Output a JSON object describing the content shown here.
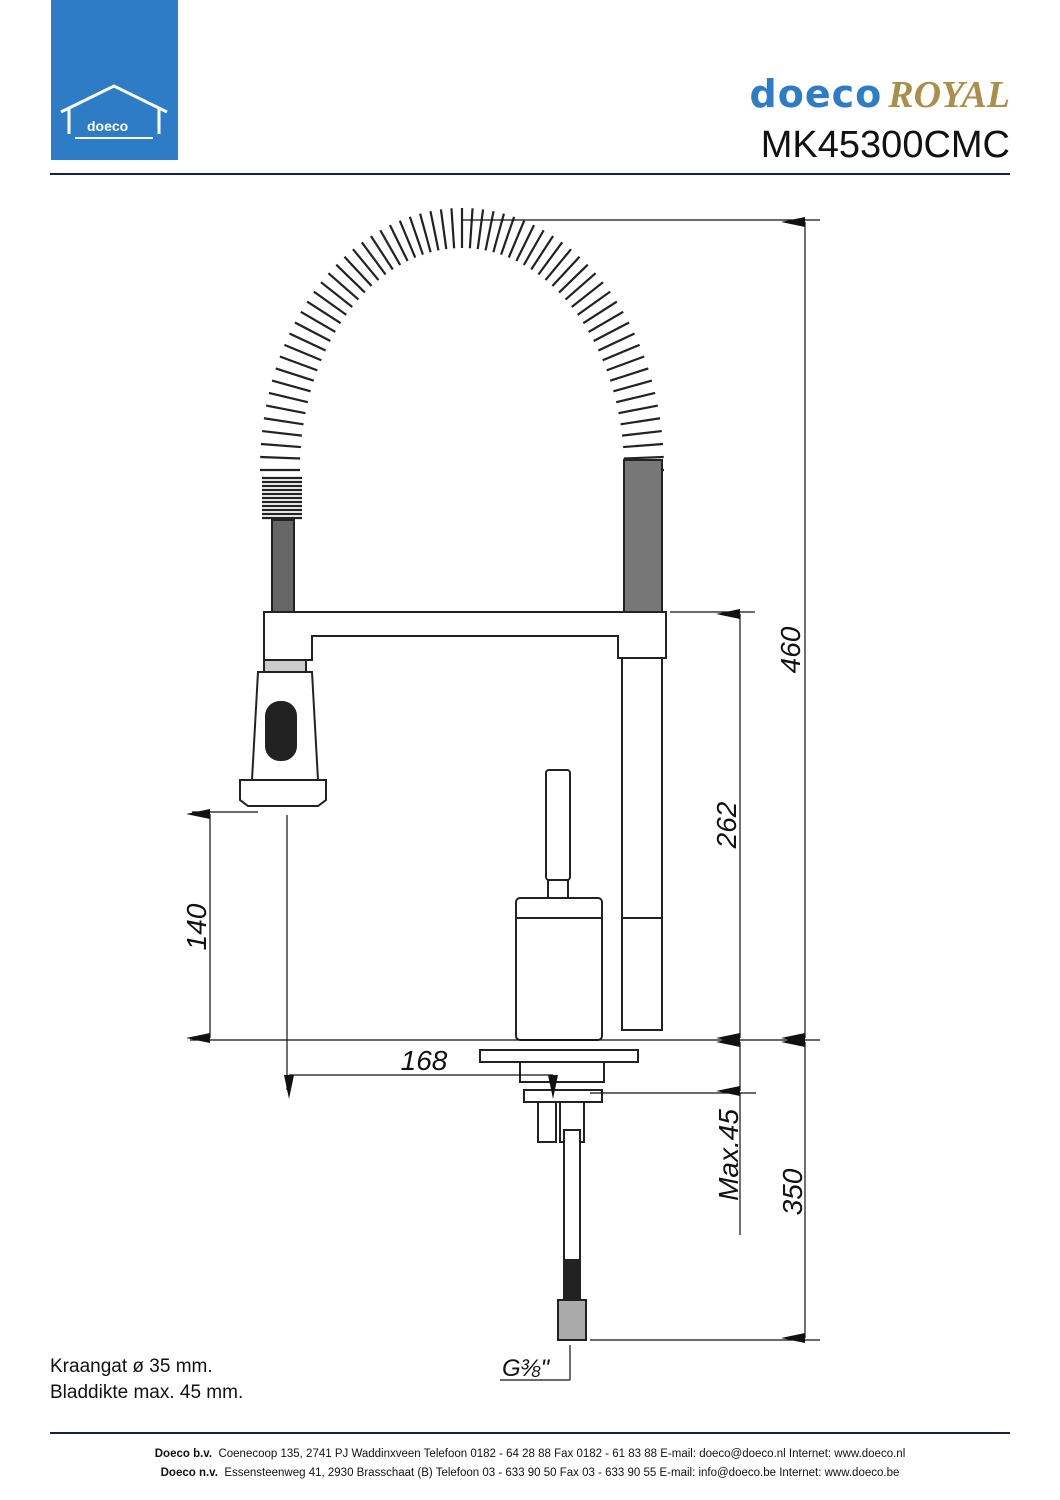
{
  "header": {
    "logo_text": "doeco",
    "brand_name": "doeco",
    "brand_series": "ROYAL",
    "model": "MK45300CMC"
  },
  "drawing": {
    "dimensions": {
      "total_height": "460",
      "spout_height": "262",
      "outlet_height": "140",
      "reach": "168",
      "max_thickness": "Max.45",
      "hose_length": "350",
      "thread": "G⅜\""
    }
  },
  "notes": {
    "line1": "Kraangat ø 35 mm.",
    "line2": "Bladdikte max. 45 mm."
  },
  "footer": {
    "nl_company": "Doeco b.v.",
    "nl_details": "Coenecoop 135,  2741 PJ Waddinxveen  Telefoon 0182 - 64 28 88  Fax 0182 - 61 83 88  E-mail: doeco@doeco.nl  Internet: www.doeco.nl",
    "be_company": "Doeco n.v.",
    "be_details": "Essensteenweg 41, 2930  Brasschaat (B)  Telefoon 03 - 633 90 50  Fax 03 - 633 90 55  E-mail: info@doeco.be  Internet: www.doeco.be"
  }
}
